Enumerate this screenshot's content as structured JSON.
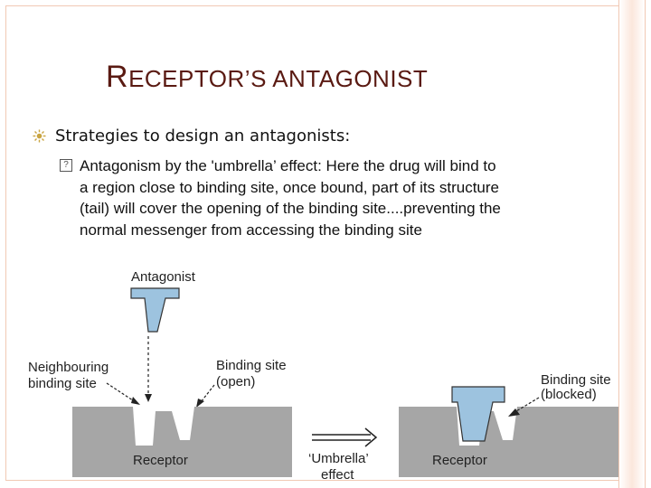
{
  "title": {
    "cap_r": "R",
    "rest_1": "ECEPTOR",
    "apostrophe": "’",
    "cap_s": "S",
    "rest_2": " ANTAGONIST"
  },
  "bullet": {
    "text": "Strategies to design an antagonists:"
  },
  "sub_bullet": {
    "lines": [
      "Antagonism by the 'umbrella’ effect: Here the drug will bind to",
      "a region close to binding site, once bound, part of its structure",
      "(tail) will cover the opening of the binding site....preventing the",
      "normal messenger from accessing the binding site"
    ]
  },
  "figure": {
    "antagonist_label": "Antagonist",
    "neighbouring_label_1": "Neighbouring",
    "neighbouring_label_2": "binding site",
    "binding_open_1": "Binding site",
    "binding_open_2": "(open)",
    "binding_blocked_1": "Binding site",
    "binding_blocked_2": "(blocked)",
    "receptor_left": "Receptor",
    "receptor_right": "Receptor",
    "effect_1": "‘Umbrella’",
    "effect_2": "effect"
  },
  "colors": {
    "title": "#5a1a12",
    "receptor": "#a6a6a6",
    "antagonist": "#9dc3df",
    "frame": "#f1c9b4",
    "bullet": "#c9a441"
  }
}
